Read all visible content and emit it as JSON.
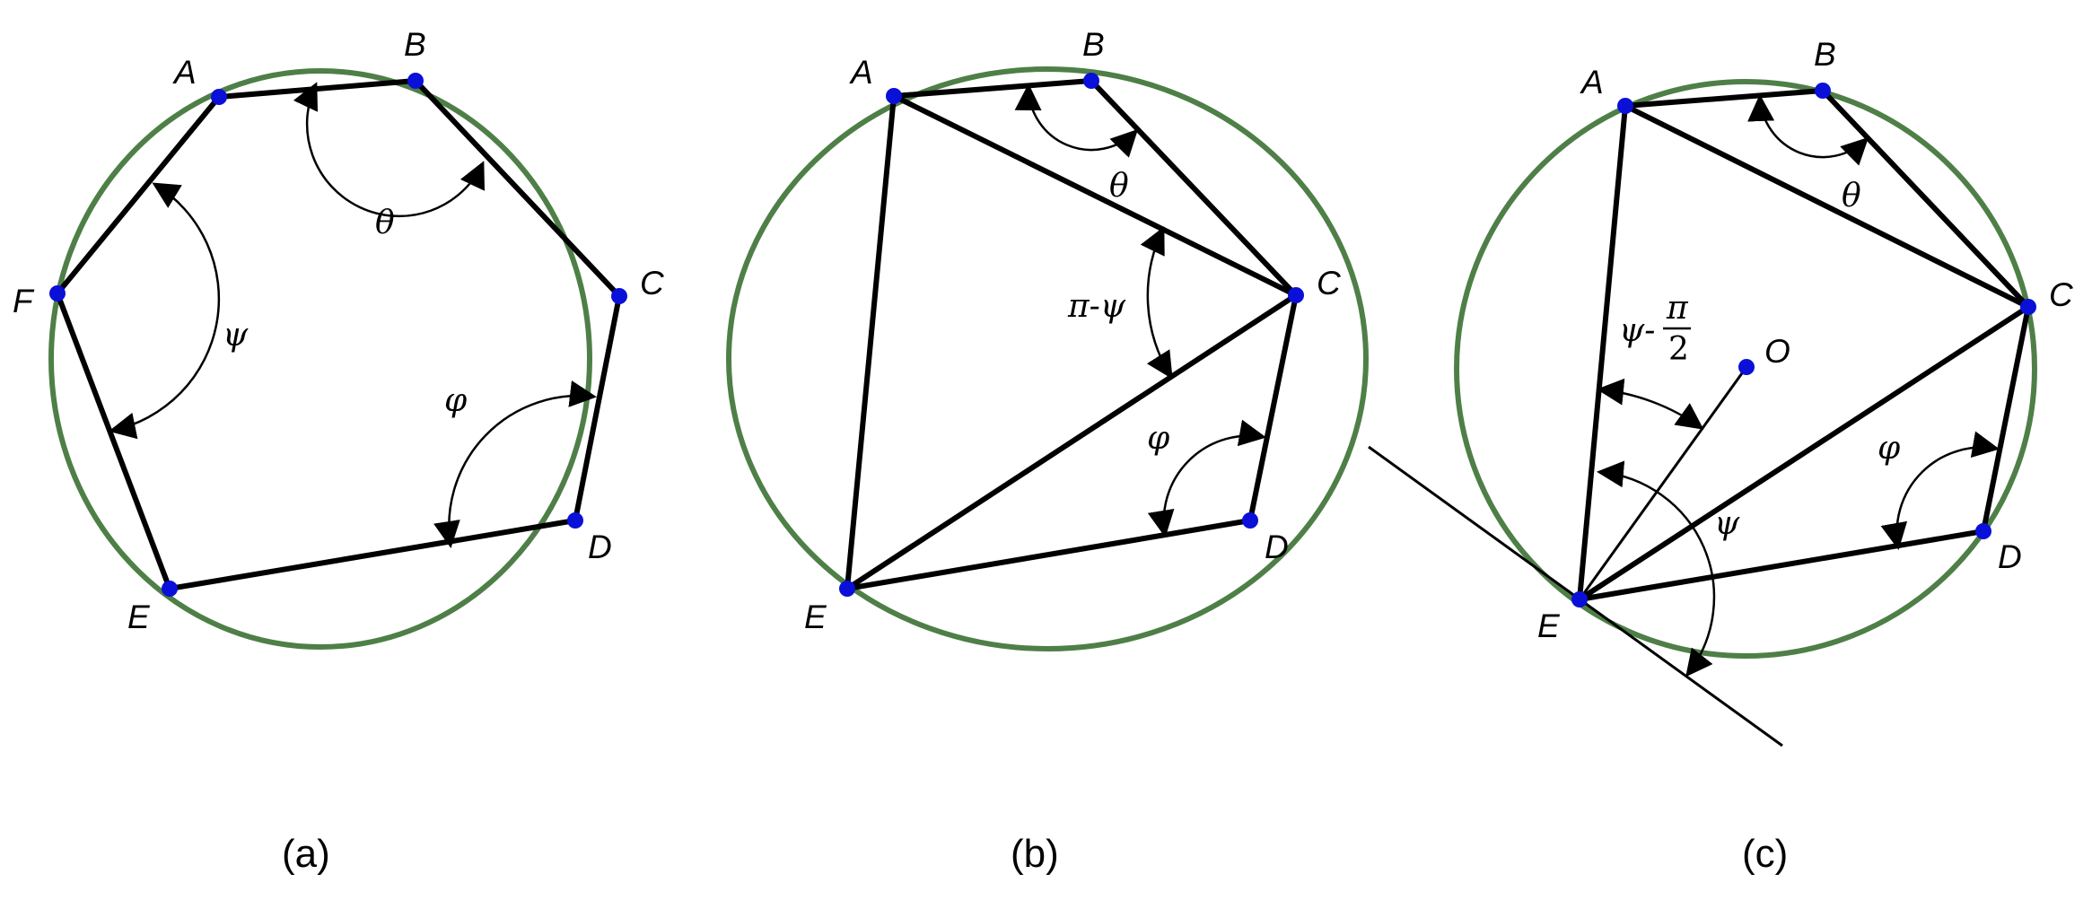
{
  "colors": {
    "circle": "#4e7f47",
    "vertex": "#0a10d8",
    "line": "#000000"
  },
  "panels": [
    {
      "caption": "(a)",
      "vertices": {
        "A": "A",
        "B": "B",
        "C": "C",
        "D": "D",
        "E": "E",
        "F": "F"
      },
      "angles": {
        "theta": "θ",
        "psi": "ψ",
        "phi": "φ"
      }
    },
    {
      "caption": "(b)",
      "vertices": {
        "A": "A",
        "B": "B",
        "C": "C",
        "D": "D",
        "E": "E"
      },
      "angles": {
        "theta": "θ",
        "pi_minus_psi": "π-ψ",
        "phi": "φ"
      }
    },
    {
      "caption": "(c)",
      "vertices": {
        "A": "A",
        "B": "B",
        "C": "C",
        "D": "D",
        "E": "E",
        "O": "O"
      },
      "angles": {
        "theta": "θ",
        "psi": "ψ",
        "phi": "φ",
        "psi_minus_prefix": "ψ-",
        "pi": "π",
        "two": "2"
      }
    }
  ]
}
